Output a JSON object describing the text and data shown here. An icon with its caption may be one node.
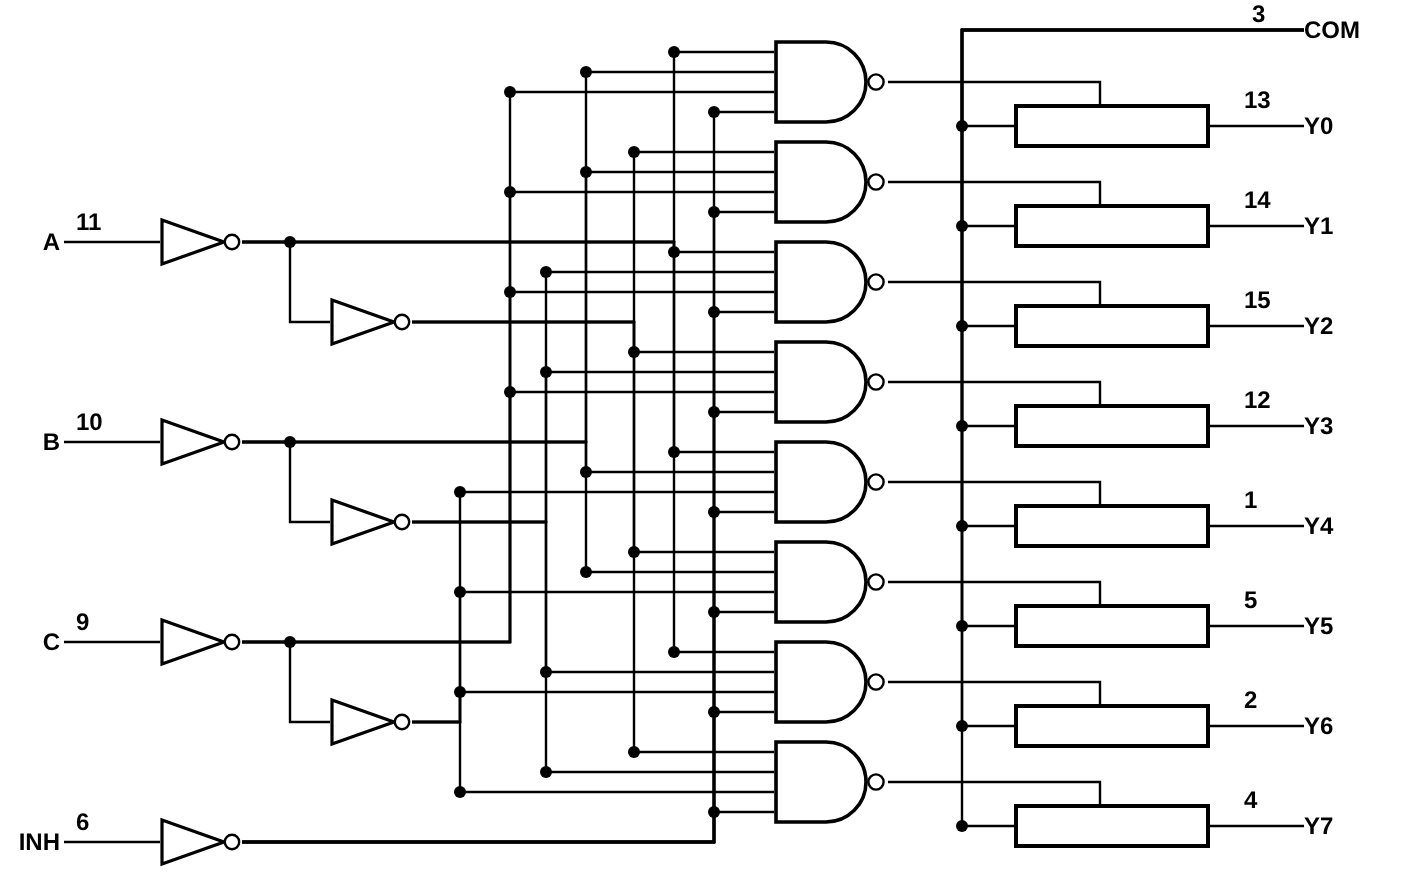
{
  "diagram": {
    "nodes": [
      {
        "text": [
          "A"
        ],
        "beside": [
          "11"
        ]
      },
      {
        "text": [
          "B"
        ],
        "beside": [
          "10"
        ]
      },
      {
        "text": [
          "C"
        ],
        "beside": [
          "9"
        ]
      },
      {
        "text": [
          "INH"
        ],
        "beside": [
          "6"
        ]
      },
      {
        "text": [
          "COM"
        ],
        "beside": [
          "3"
        ]
      },
      {
        "text": [
          "Y0"
        ],
        "beside": [
          "13"
        ]
      },
      {
        "text": [
          "Y1"
        ],
        "beside": [
          "14"
        ]
      },
      {
        "text": [
          "Y2"
        ],
        "beside": [
          "15"
        ]
      },
      {
        "text": [
          "Y3"
        ],
        "beside": [
          "12"
        ]
      },
      {
        "text": [
          "Y4"
        ],
        "beside": [
          "1"
        ]
      },
      {
        "text": [
          "Y5"
        ],
        "beside": [
          "5"
        ]
      },
      {
        "text": [
          "Y6"
        ],
        "beside": [
          "2"
        ]
      },
      {
        "text": [
          "Y7"
        ],
        "beside": [
          "4"
        ]
      },
      {
        "text": [],
        "shape": "triangle"
      },
      {
        "text": [],
        "shape": "triangle"
      },
      {
        "text": [],
        "shape": "triangle"
      },
      {
        "text": [],
        "shape": "triangle"
      },
      {
        "text": [],
        "shape": "triangle"
      },
      {
        "text": [],
        "shape": "triangle"
      },
      {
        "text": [],
        "shape": "triangle"
      },
      {
        "text": [],
        "shape": "gate"
      },
      {
        "text": [],
        "shape": "gate"
      },
      {
        "text": [],
        "shape": "gate"
      },
      {
        "text": [],
        "shape": "gate"
      },
      {
        "text": [],
        "shape": "gate"
      },
      {
        "text": [],
        "shape": "gate"
      },
      {
        "text": [],
        "shape": "gate"
      },
      {
        "text": [],
        "shape": "gate"
      },
      {
        "text": [],
        "shape": "box"
      },
      {
        "text": [],
        "shape": "box"
      },
      {
        "text": [],
        "shape": "box"
      },
      {
        "text": [],
        "shape": "box"
      },
      {
        "text": [],
        "shape": "box"
      },
      {
        "text": [],
        "shape": "box"
      },
      {
        "text": [],
        "shape": "box"
      },
      {
        "text": [],
        "shape": "box"
      }
    ],
    "edges": [
      {
        "from": 0,
        "to": 13,
        "arrow": "none"
      },
      {
        "from": 13,
        "to": 14,
        "arrow": "none"
      },
      {
        "from": 1,
        "to": 15,
        "arrow": "none"
      },
      {
        "from": 15,
        "to": 16,
        "arrow": "none"
      },
      {
        "from": 2,
        "to": 17,
        "arrow": "none"
      },
      {
        "from": 17,
        "to": 18,
        "arrow": "none"
      },
      {
        "from": 3,
        "to": 19,
        "arrow": "none"
      },
      {
        "from": 13,
        "to": 20,
        "arrow": "none"
      },
      {
        "from": 15,
        "to": 20,
        "arrow": "none"
      },
      {
        "from": 17,
        "to": 20,
        "arrow": "none"
      },
      {
        "from": 19,
        "to": 20,
        "arrow": "none"
      },
      {
        "from": 14,
        "to": 21,
        "arrow": "none"
      },
      {
        "from": 15,
        "to": 21,
        "arrow": "none"
      },
      {
        "from": 17,
        "to": 21,
        "arrow": "none"
      },
      {
        "from": 19,
        "to": 21,
        "arrow": "none"
      },
      {
        "from": 13,
        "to": 22,
        "arrow": "none"
      },
      {
        "from": 16,
        "to": 22,
        "arrow": "none"
      },
      {
        "from": 17,
        "to": 22,
        "arrow": "none"
      },
      {
        "from": 19,
        "to": 22,
        "arrow": "none"
      },
      {
        "from": 14,
        "to": 23,
        "arrow": "none"
      },
      {
        "from": 16,
        "to": 23,
        "arrow": "none"
      },
      {
        "from": 17,
        "to": 23,
        "arrow": "none"
      },
      {
        "from": 19,
        "to": 23,
        "arrow": "none"
      },
      {
        "from": 13,
        "to": 24,
        "arrow": "none"
      },
      {
        "from": 15,
        "to": 24,
        "arrow": "none"
      },
      {
        "from": 18,
        "to": 24,
        "arrow": "none"
      },
      {
        "from": 19,
        "to": 24,
        "arrow": "none"
      },
      {
        "from": 14,
        "to": 25,
        "arrow": "none"
      },
      {
        "from": 15,
        "to": 25,
        "arrow": "none"
      },
      {
        "from": 18,
        "to": 25,
        "arrow": "none"
      },
      {
        "from": 19,
        "to": 25,
        "arrow": "none"
      },
      {
        "from": 13,
        "to": 26,
        "arrow": "none"
      },
      {
        "from": 16,
        "to": 26,
        "arrow": "none"
      },
      {
        "from": 18,
        "to": 26,
        "arrow": "none"
      },
      {
        "from": 19,
        "to": 26,
        "arrow": "none"
      },
      {
        "from": 14,
        "to": 27,
        "arrow": "none"
      },
      {
        "from": 16,
        "to": 27,
        "arrow": "none"
      },
      {
        "from": 18,
        "to": 27,
        "arrow": "none"
      },
      {
        "from": 19,
        "to": 27,
        "arrow": "none"
      },
      {
        "from": 20,
        "to": 28,
        "arrow": "none"
      },
      {
        "from": 21,
        "to": 29,
        "arrow": "none"
      },
      {
        "from": 22,
        "to": 30,
        "arrow": "none"
      },
      {
        "from": 23,
        "to": 31,
        "arrow": "none"
      },
      {
        "from": 24,
        "to": 32,
        "arrow": "none"
      },
      {
        "from": 25,
        "to": 33,
        "arrow": "none"
      },
      {
        "from": 26,
        "to": 34,
        "arrow": "none"
      },
      {
        "from": 27,
        "to": 35,
        "arrow": "none"
      },
      {
        "from": 28,
        "to": 5,
        "arrow": "none"
      },
      {
        "from": 29,
        "to": 6,
        "arrow": "none"
      },
      {
        "from": 30,
        "to": 7,
        "arrow": "none"
      },
      {
        "from": 31,
        "to": 8,
        "arrow": "none"
      },
      {
        "from": 32,
        "to": 9,
        "arrow": "none"
      },
      {
        "from": 33,
        "to": 10,
        "arrow": "none"
      },
      {
        "from": 34,
        "to": 11,
        "arrow": "none"
      },
      {
        "from": 35,
        "to": 12,
        "arrow": "none"
      },
      {
        "from": 4,
        "to": 28,
        "arrow": "none"
      },
      {
        "from": 4,
        "to": 29,
        "arrow": "none"
      },
      {
        "from": 4,
        "to": 30,
        "arrow": "none"
      },
      {
        "from": 4,
        "to": 31,
        "arrow": "none"
      },
      {
        "from": 4,
        "to": 32,
        "arrow": "none"
      },
      {
        "from": 4,
        "to": 33,
        "arrow": "none"
      },
      {
        "from": 4,
        "to": 34,
        "arrow": "none"
      },
      {
        "from": 4,
        "to": 35,
        "arrow": "none"
      }
    ]
  }
}
